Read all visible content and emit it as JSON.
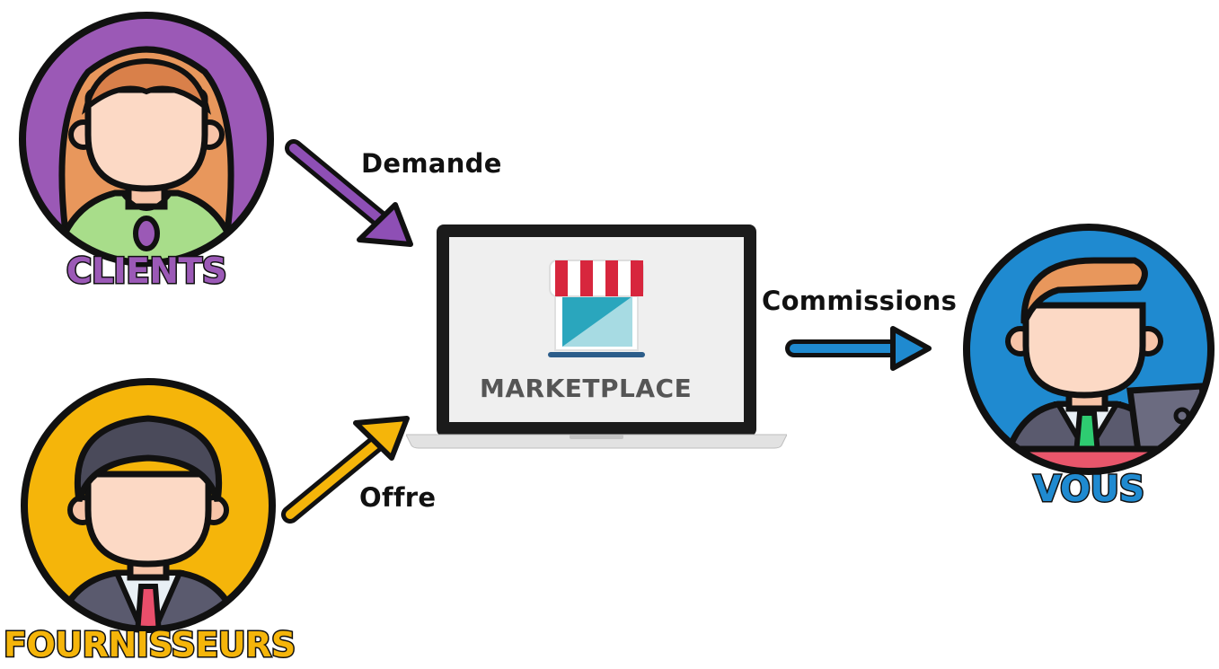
{
  "actors": {
    "clients": {
      "label": "CLIENTS",
      "color": "#9b59b6",
      "icon": "woman-avatar-icon"
    },
    "fournisseurs": {
      "label": "FOURNISSEURS",
      "color": "#f5b50a",
      "icon": "man-avatar-icon"
    },
    "vous": {
      "label": "VOUS",
      "color": "#1f8ad0",
      "icon": "businessman-avatar-icon"
    }
  },
  "platform": {
    "label": "MARKETPLACE",
    "icon": "storefront-icon",
    "device": "laptop-icon"
  },
  "flows": {
    "demande": {
      "label": "Demande",
      "color": "#8e4fb5"
    },
    "offre": {
      "label": "Offre",
      "color": "#f5b50a"
    },
    "commissions": {
      "label": "Commissions",
      "color": "#1f8ad0"
    }
  }
}
